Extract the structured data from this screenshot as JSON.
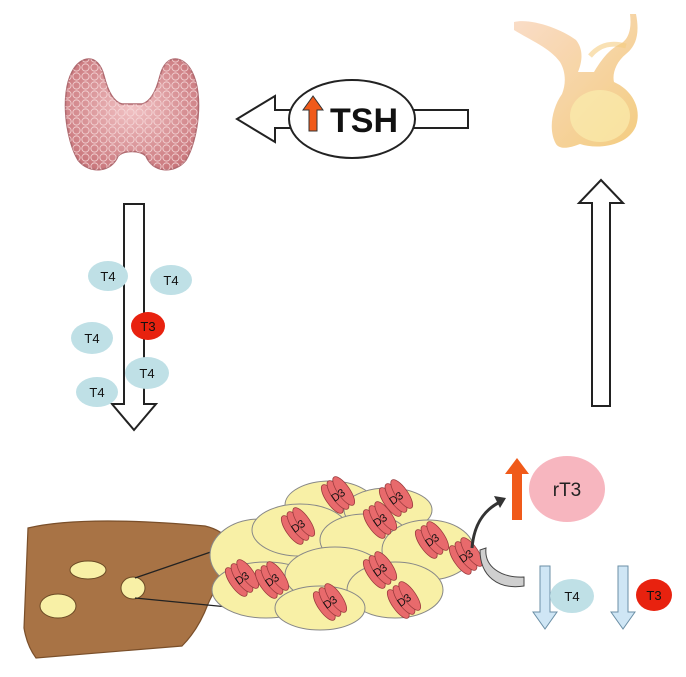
{
  "diagram": {
    "tsh_label": "TSH",
    "rt3_label": "rT3",
    "enzyme_label": "D3",
    "secreted_hormones": [
      {
        "label": "T4",
        "kind": "T4"
      },
      {
        "label": "T4",
        "kind": "T4"
      },
      {
        "label": "T4",
        "kind": "T4"
      },
      {
        "label": "T3",
        "kind": "T3"
      },
      {
        "label": "T4",
        "kind": "T4"
      },
      {
        "label": "T4",
        "kind": "T4"
      }
    ],
    "decreased_hormones": [
      {
        "label": "T4",
        "kind": "T4"
      },
      {
        "label": "T3",
        "kind": "T3"
      }
    ],
    "colors": {
      "t4_bubble": "#bfe0e6",
      "t3_bubble": "#e8220f",
      "increase_arrow": "#f05a1a",
      "decrease_arrow": "#cfe6f5",
      "rt3_bubble": "#f7b6bf",
      "liver": "#a87345",
      "hepatocyte": "#f8f0a6",
      "d3_enzyme": "#e86a6c",
      "thyroid": "#d98a8e",
      "pituitary": "#f6dc8a"
    },
    "icons": [
      "thyroid-gland-icon",
      "pituitary-gland-icon",
      "liver-icon"
    ]
  }
}
